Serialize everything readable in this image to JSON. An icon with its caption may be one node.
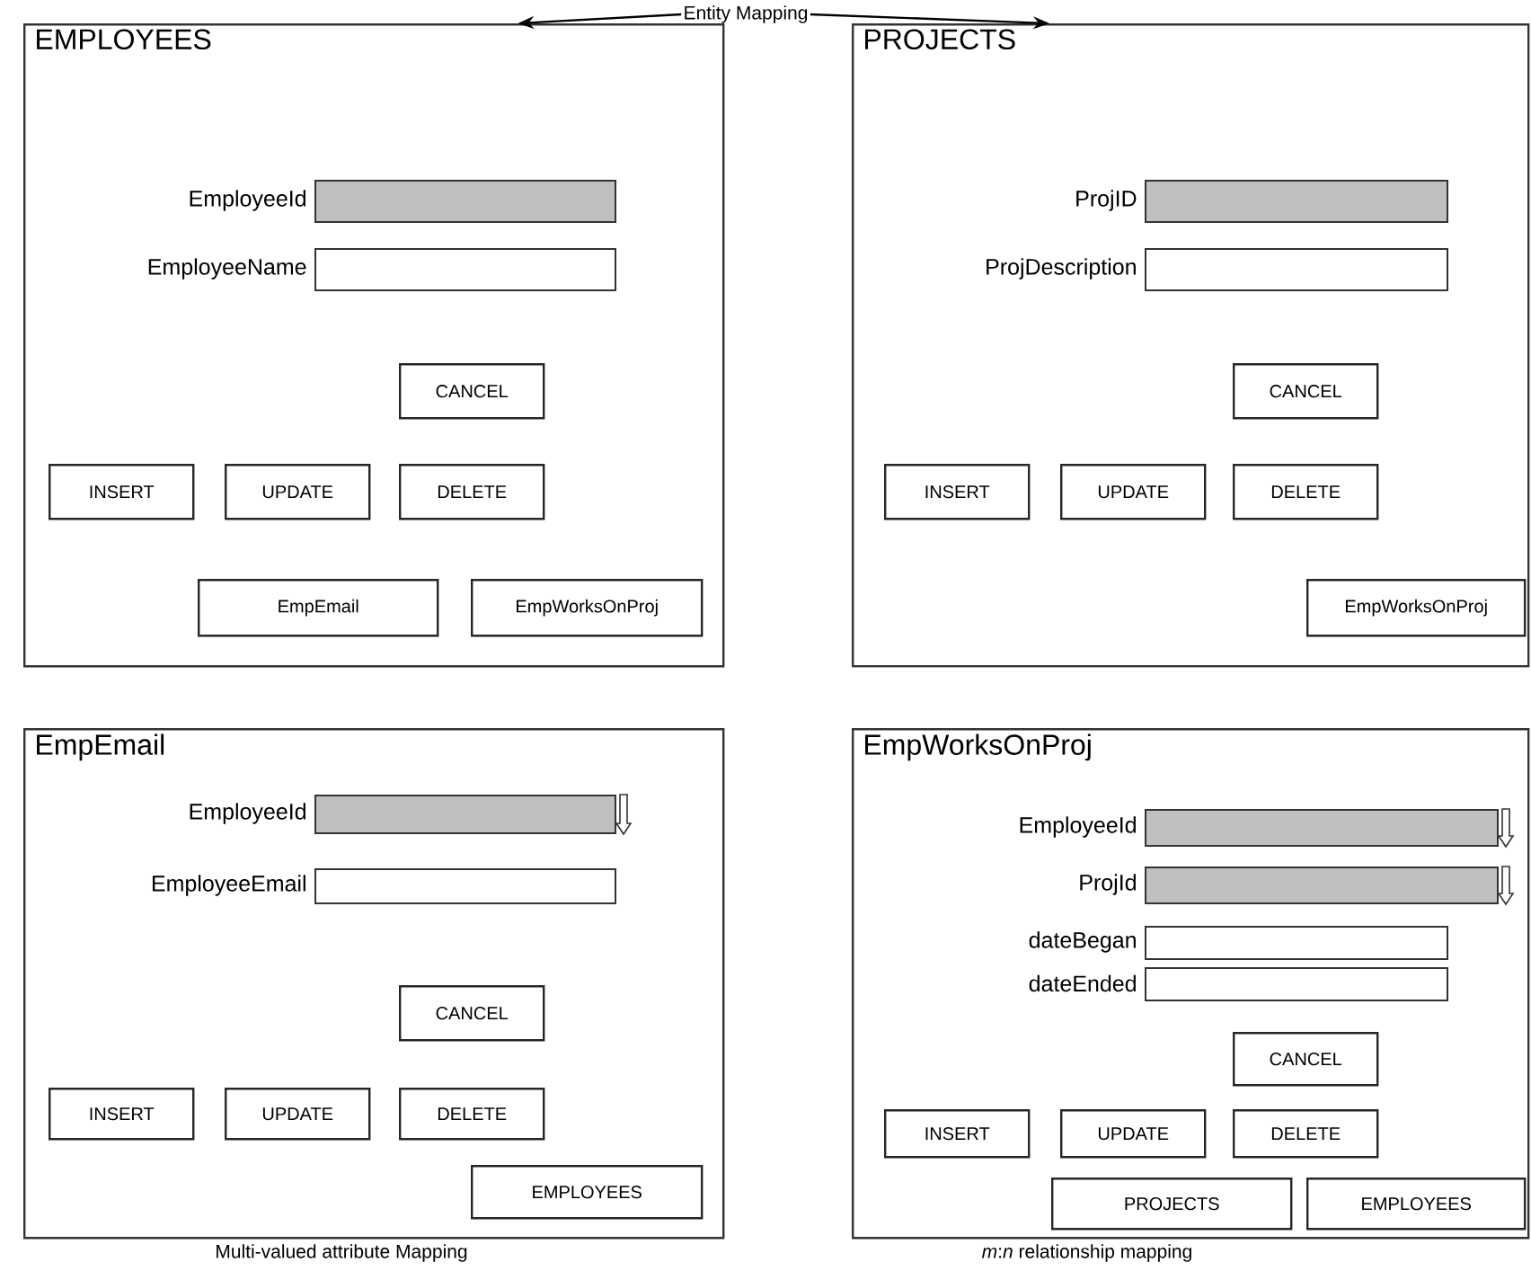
{
  "diagram": {
    "nodes": [
      {
        "text": [
          "Entity Mapping"
        ]
      },
      {
        "text": [
          "EMPLOYEES"
        ]
      },
      {
        "text": [],
        "shape": "box",
        "beside": [
          "EmployeeId"
        ],
        "in": 1
      },
      {
        "text": [],
        "shape": "box",
        "beside": [
          "EmployeeName"
        ],
        "in": 1
      },
      {
        "text": [
          "CANCEL"
        ],
        "in": 1
      },
      {
        "text": [
          "INSERT"
        ],
        "in": 1
      },
      {
        "text": [
          "UPDATE"
        ],
        "in": 1
      },
      {
        "text": [
          "DELETE"
        ],
        "in": 1
      },
      {
        "text": [
          "EmpEmail"
        ],
        "in": 1
      },
      {
        "text": [
          "EmpWorksOnProj"
        ],
        "in": 1
      },
      {
        "text": [
          "PROJECTS"
        ]
      },
      {
        "text": [],
        "shape": "box",
        "beside": [
          "ProjID"
        ],
        "in": 10
      },
      {
        "text": [],
        "shape": "box",
        "beside": [
          "ProjDescription"
        ],
        "in": 10
      },
      {
        "text": [
          "CANCEL"
        ],
        "in": 10
      },
      {
        "text": [
          "INSERT"
        ],
        "in": 10
      },
      {
        "text": [
          "UPDATE"
        ],
        "in": 10
      },
      {
        "text": [
          "DELETE"
        ],
        "in": 10
      },
      {
        "text": [
          "EmpWorksOnProj"
        ],
        "in": 10
      },
      {
        "text": [
          "EmpEmail"
        ]
      },
      {
        "text": [],
        "shape": "box",
        "beside": [
          "EmployeeId"
        ],
        "in": 18
      },
      {
        "text": [],
        "shape": "box",
        "beside": [
          "EmployeeEmail"
        ],
        "in": 18
      },
      {
        "text": [
          "CANCEL"
        ],
        "in": 18
      },
      {
        "text": [
          "INSERT"
        ],
        "in": 18
      },
      {
        "text": [
          "UPDATE"
        ],
        "in": 18
      },
      {
        "text": [
          "DELETE"
        ],
        "in": 18
      },
      {
        "text": [
          "EMPLOYEES"
        ],
        "in": 18
      },
      {
        "text": [
          "EmpWorksOnProj"
        ]
      },
      {
        "text": [],
        "shape": "box",
        "beside": [
          "EmployeeId"
        ],
        "in": 26
      },
      {
        "text": [],
        "shape": "box",
        "beside": [
          "ProjId"
        ],
        "in": 26
      },
      {
        "text": [],
        "shape": "box",
        "beside": [
          "dateBegan"
        ],
        "in": 26
      },
      {
        "text": [],
        "shape": "box",
        "beside": [
          "dateEnded"
        ],
        "in": 26
      },
      {
        "text": [
          "CANCEL"
        ],
        "in": 26
      },
      {
        "text": [
          "INSERT"
        ],
        "in": 26
      },
      {
        "text": [
          "UPDATE"
        ],
        "in": 26
      },
      {
        "text": [
          "DELETE"
        ],
        "in": 26
      },
      {
        "text": [
          "PROJECTS"
        ],
        "in": 26
      },
      {
        "text": [
          "EMPLOYEES"
        ],
        "in": 26
      }
    ],
    "edges": [
      {
        "from": 0,
        "to": 1,
        "arrow": "to"
      },
      {
        "from": 0,
        "to": 10,
        "arrow": "to"
      }
    ],
    "labels": [
      "Multi-valued attribute Mapping",
      "*m*:*n* relationship mapping"
    ]
  }
}
